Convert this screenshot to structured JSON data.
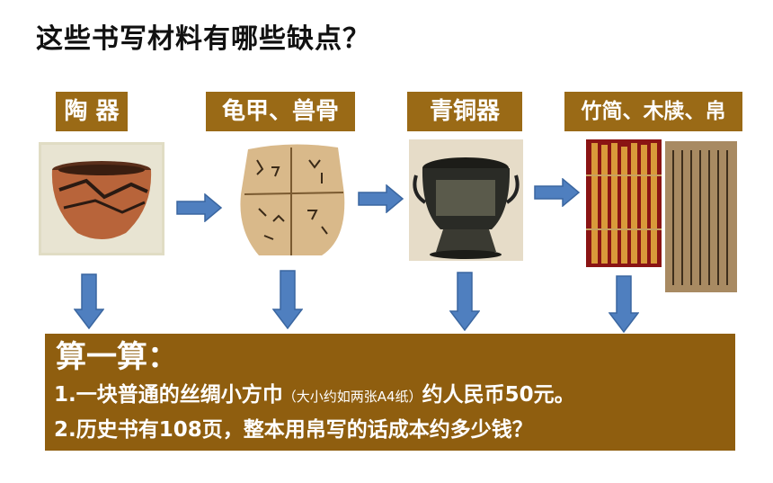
{
  "title": "这些书写材料有哪些缺点？",
  "materials": [
    {
      "label": "陶 器",
      "image": "pottery-image"
    },
    {
      "label": "龟甲、兽骨",
      "image": "oracle-bone-image"
    },
    {
      "label": "青铜器",
      "image": "bronze-vessel-image"
    },
    {
      "label": "竹简、木牍、帛",
      "image": "bamboo-silk-image"
    }
  ],
  "calc": {
    "title": "算一算：",
    "line1_a": "1.一块普通的丝绸小方巾",
    "line1_note": "（大小约如两张A4纸）",
    "line1_b": "约人民币50元。",
    "line2": "2.历史书有108页，整本用帛写的话成本约多少钱？"
  },
  "colors": {
    "label_bg": "#9a6a16",
    "box_bg": "#8f5e0f",
    "arrow": "#4f7fbf"
  }
}
